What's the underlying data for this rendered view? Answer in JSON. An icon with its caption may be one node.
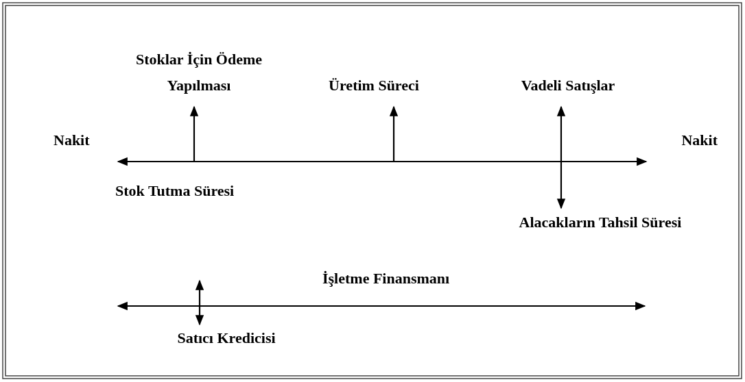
{
  "diagram": {
    "nodes": [
      {
        "text": [
          "Nakit"
        ]
      },
      {
        "text": [
          "Stoklar İçin Ödeme Yapılması"
        ]
      },
      {
        "text": [
          "Üretim Süreci"
        ]
      },
      {
        "text": [
          "Vadeli Satışlar"
        ]
      },
      {
        "text": [
          "Nakit"
        ]
      },
      {
        "text": [
          "Alacakların Tahsil Süresi"
        ]
      },
      {
        "text": [
          "Satıcı Kredicisi"
        ]
      }
    ],
    "edges": [
      {
        "from": 0,
        "to": 4,
        "arrow": "both"
      },
      {
        "from": null,
        "to": 1,
        "arrow": "to"
      },
      {
        "from": null,
        "to": 2,
        "arrow": "to"
      },
      {
        "from": 3,
        "to": 5,
        "arrow": "both"
      },
      {
        "from": null,
        "to": 6,
        "arrow": "both"
      }
    ],
    "labels": [
      "Stok Tutma Süresi",
      "İşletme Finansmanı"
    ]
  }
}
